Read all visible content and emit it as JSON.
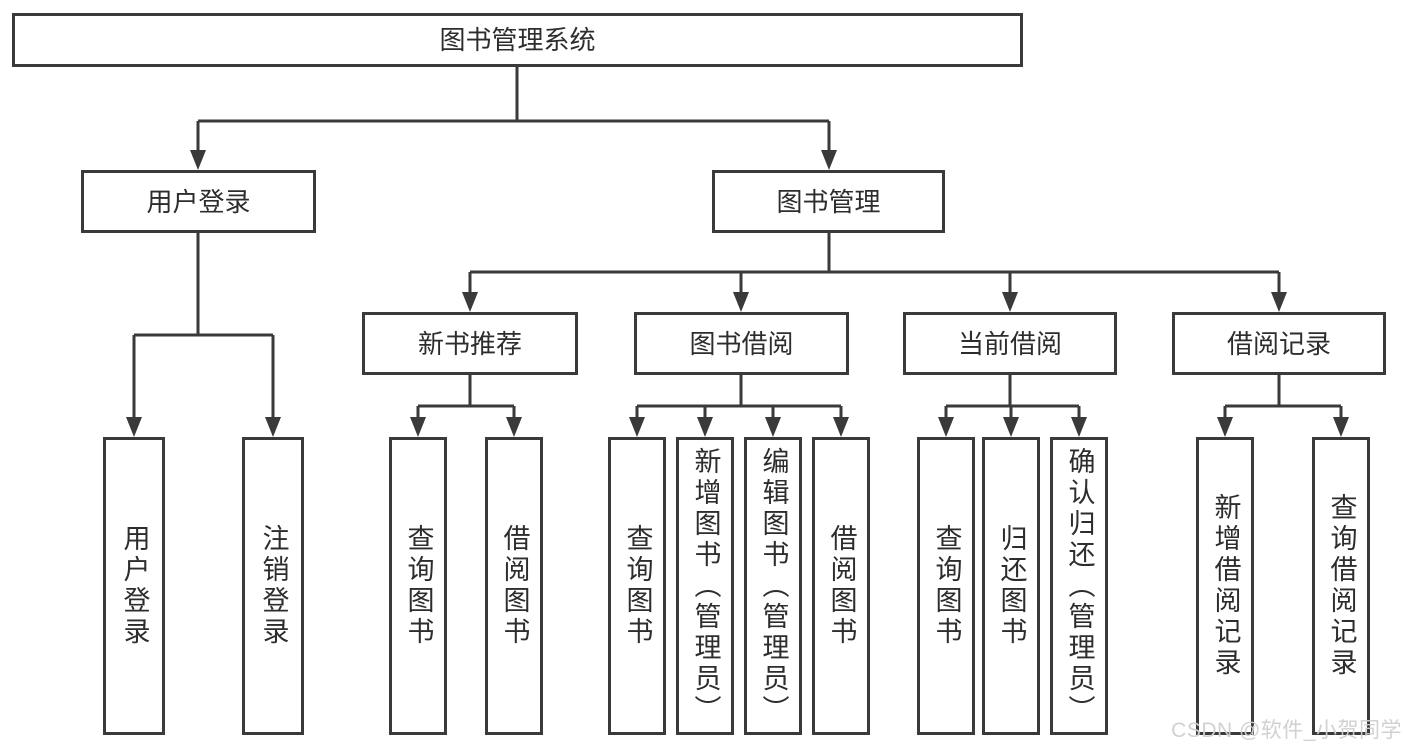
{
  "nodes": {
    "root": "图书管理系统",
    "l2": [
      "用户登录",
      "图书管理"
    ],
    "l3": [
      "新书推荐",
      "图书借阅",
      "当前借阅",
      "借阅记录"
    ],
    "g1": [
      "用户登录",
      "注销登录"
    ],
    "g2": [
      "查询图书",
      "借阅图书"
    ],
    "g3": [
      "查询图书",
      "新增图书（管理员）",
      "编辑图书（管理员）",
      "借阅图书"
    ],
    "g4": [
      "查询图书",
      "归还图书",
      "确认归还（管理员）"
    ],
    "g5": [
      "新增借阅记录",
      "查询借阅记录"
    ]
  },
  "watermark": "CSDN @软件_小贺同学",
  "colors": {
    "line": "#3a3a3a",
    "text": "#2d2d2d",
    "watermark": "#cfcfcf",
    "background": "#ffffff"
  }
}
